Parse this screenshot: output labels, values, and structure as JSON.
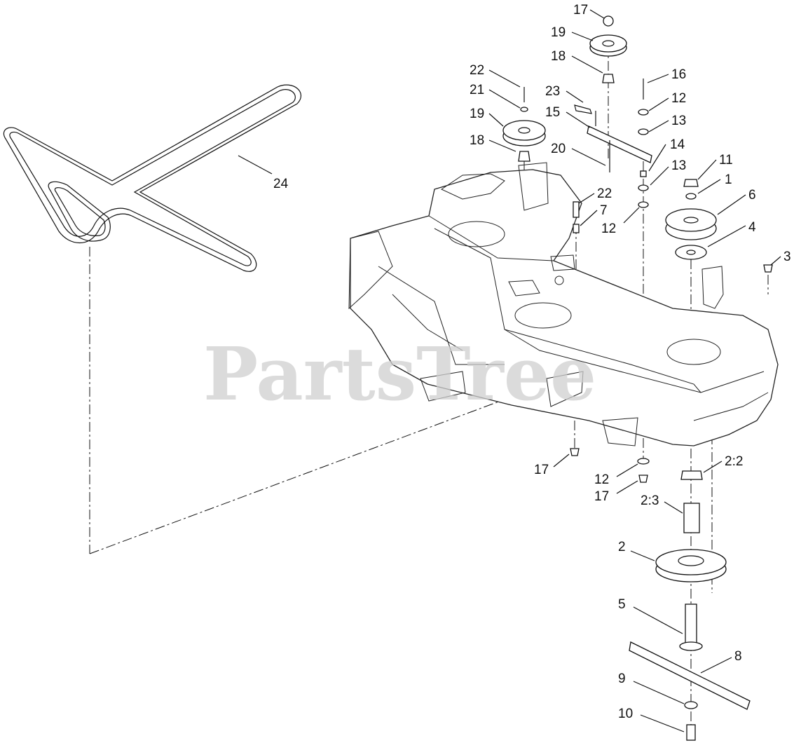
{
  "watermark": "PartsTree",
  "callouts": [
    {
      "id": "c17a",
      "label": "17"
    },
    {
      "id": "c19a",
      "label": "19"
    },
    {
      "id": "c18a",
      "label": "18"
    },
    {
      "id": "c16",
      "label": "16"
    },
    {
      "id": "c22a",
      "label": "22"
    },
    {
      "id": "c21",
      "label": "21"
    },
    {
      "id": "c23",
      "label": "23"
    },
    {
      "id": "c12a",
      "label": "12"
    },
    {
      "id": "c15",
      "label": "15"
    },
    {
      "id": "c13a",
      "label": "13"
    },
    {
      "id": "c19b",
      "label": "19"
    },
    {
      "id": "c18b",
      "label": "18"
    },
    {
      "id": "c20",
      "label": "20"
    },
    {
      "id": "c14",
      "label": "14"
    },
    {
      "id": "c13b",
      "label": "13"
    },
    {
      "id": "c11",
      "label": "11"
    },
    {
      "id": "c1",
      "label": "1"
    },
    {
      "id": "c24",
      "label": "24"
    },
    {
      "id": "c22b",
      "label": "22"
    },
    {
      "id": "c6",
      "label": "6"
    },
    {
      "id": "c7",
      "label": "7"
    },
    {
      "id": "c12b",
      "label": "12"
    },
    {
      "id": "c4",
      "label": "4"
    },
    {
      "id": "c3",
      "label": "3"
    },
    {
      "id": "c22c",
      "label": "2:2"
    },
    {
      "id": "c17b",
      "label": "17"
    },
    {
      "id": "c12c",
      "label": "12"
    },
    {
      "id": "c17c",
      "label": "17"
    },
    {
      "id": "c23b",
      "label": "2:3"
    },
    {
      "id": "c2",
      "label": "2"
    },
    {
      "id": "c5",
      "label": "5"
    },
    {
      "id": "c8",
      "label": "8"
    },
    {
      "id": "c9",
      "label": "9"
    },
    {
      "id": "c10",
      "label": "10"
    }
  ]
}
